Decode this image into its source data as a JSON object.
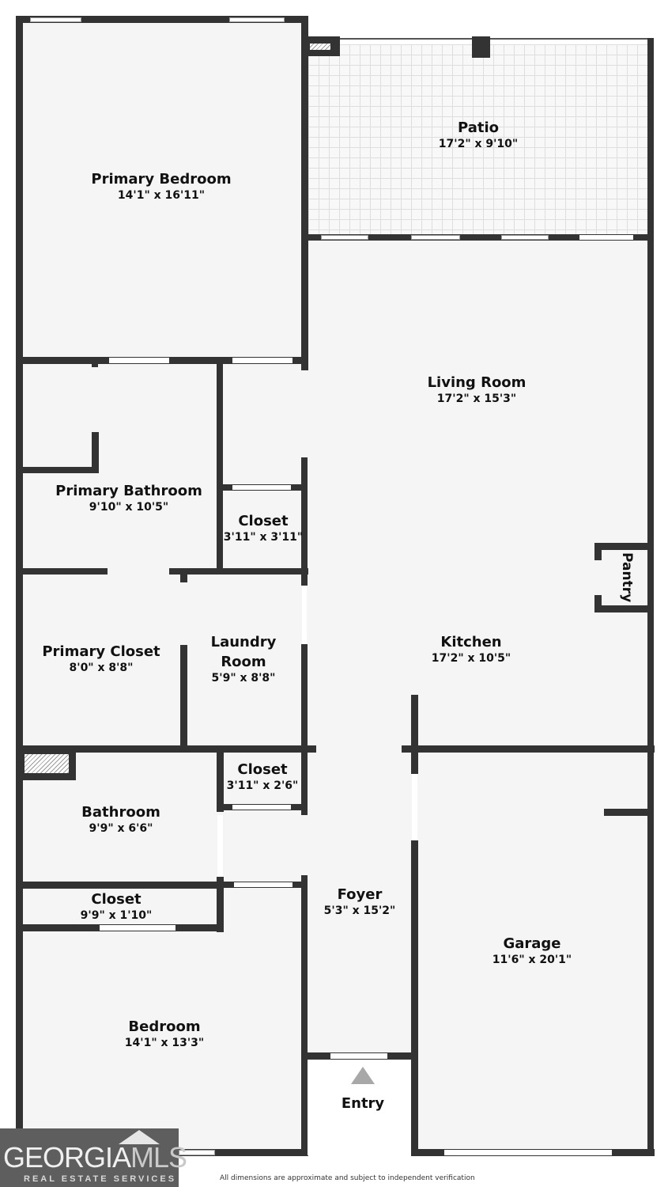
{
  "floorplan": {
    "rooms": [
      {
        "name": "Primary Bedroom",
        "dimensions": "14'1\" x 16'11\""
      },
      {
        "name": "Patio",
        "dimensions": "17'2\" x 9'10\""
      },
      {
        "name": "Living Room",
        "dimensions": "17'2\" x 15'3\""
      },
      {
        "name": "Primary Bathroom",
        "dimensions": "9'10\" x 10'5\""
      },
      {
        "name": "Closet",
        "dimensions": "3'11\" x 3'11\""
      },
      {
        "name": "Pantry",
        "dimensions": ""
      },
      {
        "name": "Primary Closet",
        "dimensions": "8'0\" x 8'8\""
      },
      {
        "name": "Laundry Room",
        "name_line1": "Laundry",
        "name_line2": "Room",
        "dimensions": "5'9\" x 8'8\""
      },
      {
        "name": "Kitchen",
        "dimensions": "17'2\" x 10'5\""
      },
      {
        "name": "Closet",
        "dimensions": "3'11\" x 2'6\""
      },
      {
        "name": "Bathroom",
        "dimensions": "9'9\" x 6'6\""
      },
      {
        "name": "Closet",
        "dimensions": "9'9\" x 1'10\""
      },
      {
        "name": "Foyer",
        "dimensions": "5'3\" x 15'2\""
      },
      {
        "name": "Garage",
        "dimensions": "11'6\" x 20'1\""
      },
      {
        "name": "Bedroom",
        "dimensions": "14'1\" x 13'3\""
      },
      {
        "name": "Entry",
        "dimensions": ""
      }
    ],
    "entry_marker_color": "#a8a8a8",
    "wall_color": "#333333",
    "floor_color": "#f5f5f5"
  },
  "logo": {
    "brand_part1": "GEORGIA",
    "brand_part2": "MLS",
    "tagline": "REAL ESTATE SERVICES"
  },
  "footer": {
    "disclaimer": "All dimensions are approximate and subject to independent verification"
  }
}
